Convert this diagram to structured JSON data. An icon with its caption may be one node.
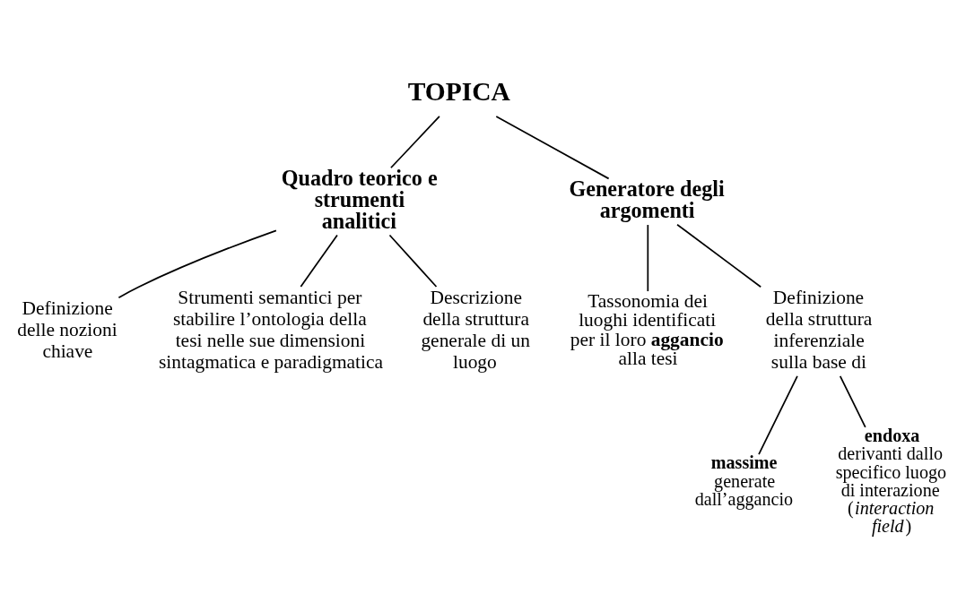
{
  "diagram": {
    "nodes": [
      {
        "text": [
          "TOPICA"
        ]
      },
      {
        "text": [
          "Quadro teorico e strumenti analitici"
        ]
      },
      {
        "text": [
          "Generatore degli argomenti"
        ]
      },
      {
        "text": [
          "Definizione delle nozioni chiave"
        ]
      },
      {
        "text": [
          "Strumenti semantici per stabilire l’ontologia della tesi nelle sue dimensioni sintagmatica e paradigmatica"
        ]
      },
      {
        "text": [
          "Descrizione della struttura generale di un luogo"
        ]
      },
      {
        "text": [
          "Tassonomia dei luoghi identificati per il loro **aggancio** alla tesi"
        ]
      },
      {
        "text": [
          "Definizione della struttura inferenziale sulla base di"
        ]
      },
      {
        "text": [
          "massime",
          "generate dall’aggancio"
        ]
      },
      {
        "text": [
          "endoxa",
          "derivanti dallo specifico luogo di interazione (*interaction field*)"
        ]
      }
    ],
    "edges": [
      {
        "from": 0,
        "to": 1,
        "arrow": "none"
      },
      {
        "from": 0,
        "to": 2,
        "arrow": "none"
      },
      {
        "from": 1,
        "to": 3,
        "arrow": "none"
      },
      {
        "from": 1,
        "to": 4,
        "arrow": "none"
      },
      {
        "from": 1,
        "to": 5,
        "arrow": "none"
      },
      {
        "from": 2,
        "to": 6,
        "arrow": "none"
      },
      {
        "from": 2,
        "to": 7,
        "arrow": "none"
      },
      {
        "from": 7,
        "to": 8,
        "arrow": "none"
      },
      {
        "from": 7,
        "to": 9,
        "arrow": "none"
      }
    ]
  }
}
